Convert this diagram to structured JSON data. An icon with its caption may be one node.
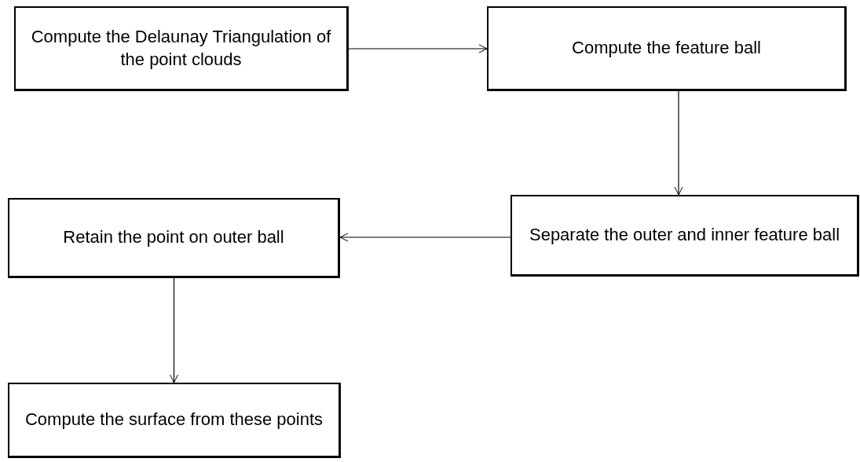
{
  "diagram": {
    "nodes": [
      {
        "text": [
          "Compute the Delaunay Triangulation of the point clouds"
        ]
      },
      {
        "text": [
          "Compute the feature ball"
        ]
      },
      {
        "text": [
          "Separate the outer and inner feature ball"
        ]
      },
      {
        "text": [
          "Retain the point on outer ball"
        ]
      },
      {
        "text": [
          "Compute the surface from these points"
        ]
      }
    ],
    "edges": [
      {
        "from": 0,
        "to": 1,
        "arrow": "to"
      },
      {
        "from": 1,
        "to": 2,
        "arrow": "to"
      },
      {
        "from": 2,
        "to": 3,
        "arrow": "to"
      },
      {
        "from": 3,
        "to": 4,
        "arrow": "to"
      }
    ]
  }
}
